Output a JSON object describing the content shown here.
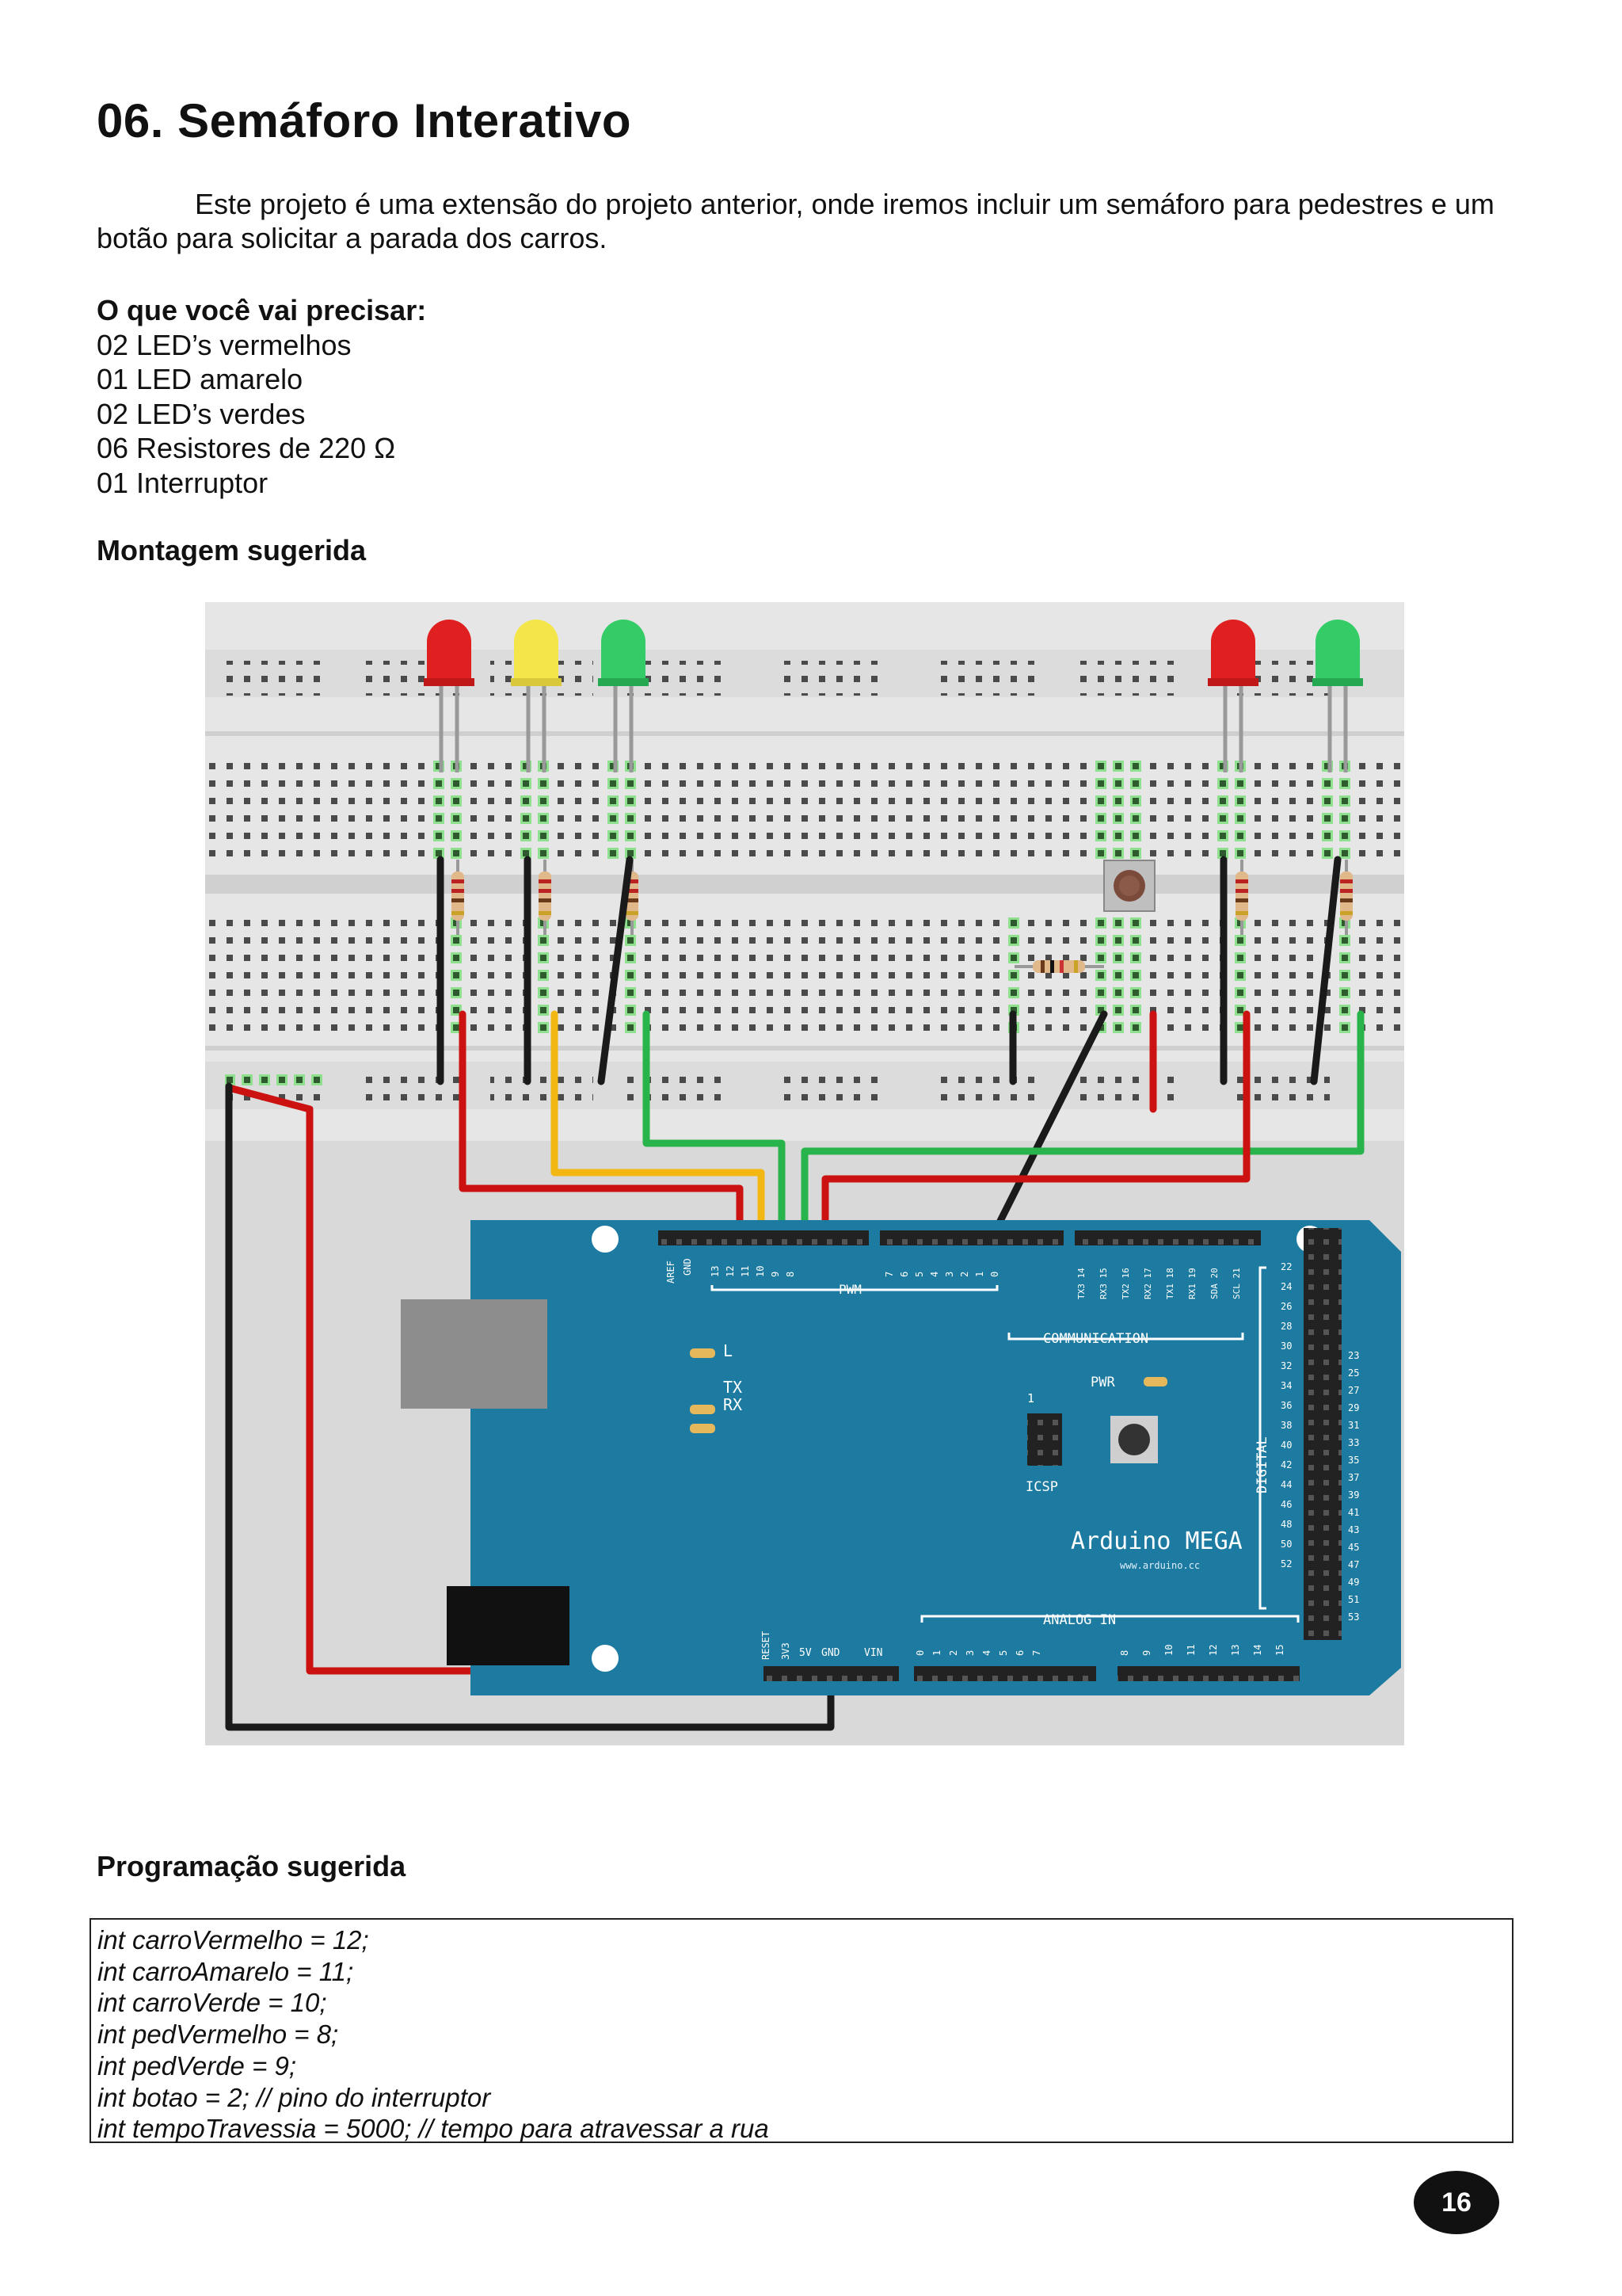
{
  "page": {
    "title": "06. Semáforo Interativo",
    "intro": "Este projeto é uma extensão do projeto anterior, onde iremos incluir um semáforo para pedestres e um botão para solicitar a parada dos carros.",
    "needs": {
      "heading": "O que você vai precisar:",
      "items": [
        "02 LED’s vermelhos",
        "01 LED amarelo",
        "02 LED’s verdes",
        "06 Resistores de 220 Ω",
        "01 Interruptor"
      ]
    },
    "assembly_heading": "Montagem sugerida",
    "programming_heading": "Programação sugerida",
    "code_lines": [
      "int carroVermelho = 12;",
      "int carroAmarelo = 11;",
      "int carroVerde = 10;",
      "int pedVermelho = 8;",
      "int pedVerde = 9;",
      "int botao = 2; // pino do interruptor",
      "int tempoTravessia = 5000; // tempo para atravessar a rua"
    ],
    "page_number": "16"
  },
  "diagram": {
    "board_name": "Arduino MEGA",
    "board_url": "www.arduino.cc",
    "labels": {
      "pwm": "PWM",
      "communication": "COMMUNICATION",
      "analog_in": "ANALOG IN",
      "digital": "DIGITAL",
      "icsp": "ICSP",
      "pwr": "PWR",
      "l": "L",
      "tx": "TX",
      "rx": "RX",
      "aref": "AREF",
      "gnd": "GND",
      "reset": "RESET",
      "v33": "3V3",
      "v5": "5V",
      "vin": "VIN",
      "icsp_pin1": "1"
    },
    "pwm_pins": [
      "13",
      "12",
      "11",
      "10",
      "9",
      "8",
      "7",
      "6",
      "5",
      "4",
      "3",
      "2",
      "1",
      "0"
    ],
    "comm_pins": [
      "TX3 14",
      "RX3 15",
      "TX2 16",
      "RX2 17",
      "TX1 18",
      "RX1 19",
      "SDA 20",
      "SCL 21"
    ],
    "digital_left": [
      "22",
      "24",
      "26",
      "28",
      "30",
      "32",
      "34",
      "36",
      "38",
      "40",
      "42",
      "44",
      "46",
      "48",
      "50",
      "52"
    ],
    "digital_right": [
      "23",
      "25",
      "27",
      "29",
      "31",
      "33",
      "35",
      "37",
      "39",
      "41",
      "43",
      "45",
      "47",
      "49",
      "51",
      "53"
    ],
    "analog_pins": [
      "0",
      "1",
      "2",
      "3",
      "4",
      "5",
      "6",
      "7",
      "8",
      "9",
      "10",
      "11",
      "12",
      "13",
      "14",
      "15"
    ],
    "colors": {
      "board": "#1d7aa0",
      "breadboard": "#e5e5e5",
      "wire_red": "#cc1111",
      "wire_black": "#1a1a1a",
      "wire_yellow": "#f2b712",
      "wire_green": "#28b44a",
      "led_red": "#e02020",
      "led_yellow": "#f4e64a",
      "led_green": "#33cc66"
    }
  }
}
